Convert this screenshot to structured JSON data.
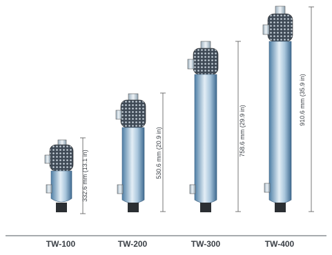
{
  "models": [
    {
      "name": "TW-100",
      "dimension": "332.6 mm (13.1 in)",
      "height_mm": 332.6
    },
    {
      "name": "TW-200",
      "dimension": "530.6 mm (20.9 in)",
      "height_mm": 530.6
    },
    {
      "name": "TW-300",
      "dimension": "758.6 mm (29.9 in)",
      "height_mm": 758.6
    },
    {
      "name": "TW-400",
      "dimension": "910.6 mm (35.9 in)",
      "height_mm": 910.6
    }
  ],
  "colors": {
    "body_dark": "#4f7fa6",
    "body_light": "#e3eef6",
    "mesh": "#3f4a56",
    "cap": "#2b2f33",
    "text": "#3a3f45",
    "baseline": "#8a8f94"
  }
}
